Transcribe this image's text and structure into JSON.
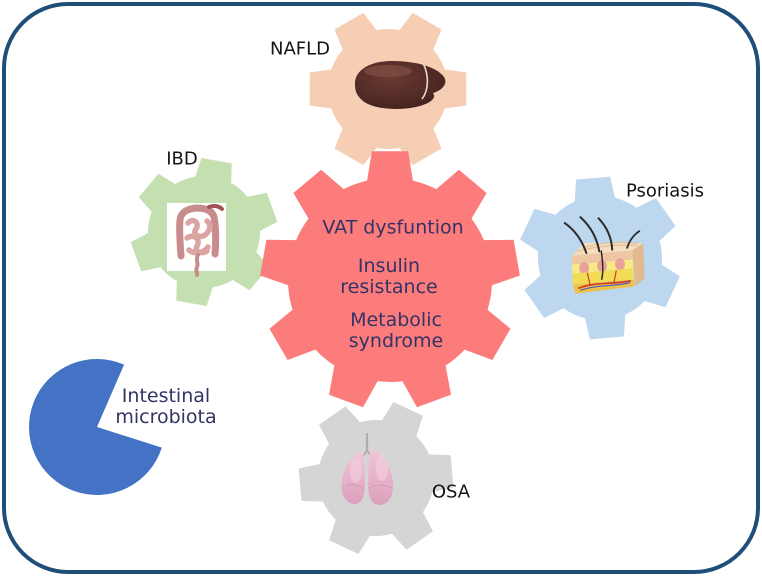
{
  "colors": {
    "border": "#1F4E79",
    "navy_text": "#333366",
    "label_text": "#141414"
  },
  "center_gear": {
    "color": "#FC7B7B",
    "items": [
      "VAT dysfuntion",
      "Insulin resistance",
      "Metabolic syndrome"
    ]
  },
  "nodes": [
    {
      "id": "nafld",
      "label": "NAFLD",
      "color": "#F5CEB3",
      "icon": "liver-icon"
    },
    {
      "id": "ibd",
      "label": "IBD",
      "color": "#C5E0B0",
      "icon": "intestine-icon"
    },
    {
      "id": "psoriasis",
      "label": "Psoriasis",
      "color": "#BDD7EE",
      "icon": "skin-icon"
    },
    {
      "id": "osa",
      "label": "OSA",
      "color": "#D5D5D5",
      "icon": "lungs-icon"
    }
  ],
  "microbiota": {
    "label": "Intestinal microbiota",
    "shape_color": "#4472C4",
    "icon": "pie-pacman-shape"
  }
}
